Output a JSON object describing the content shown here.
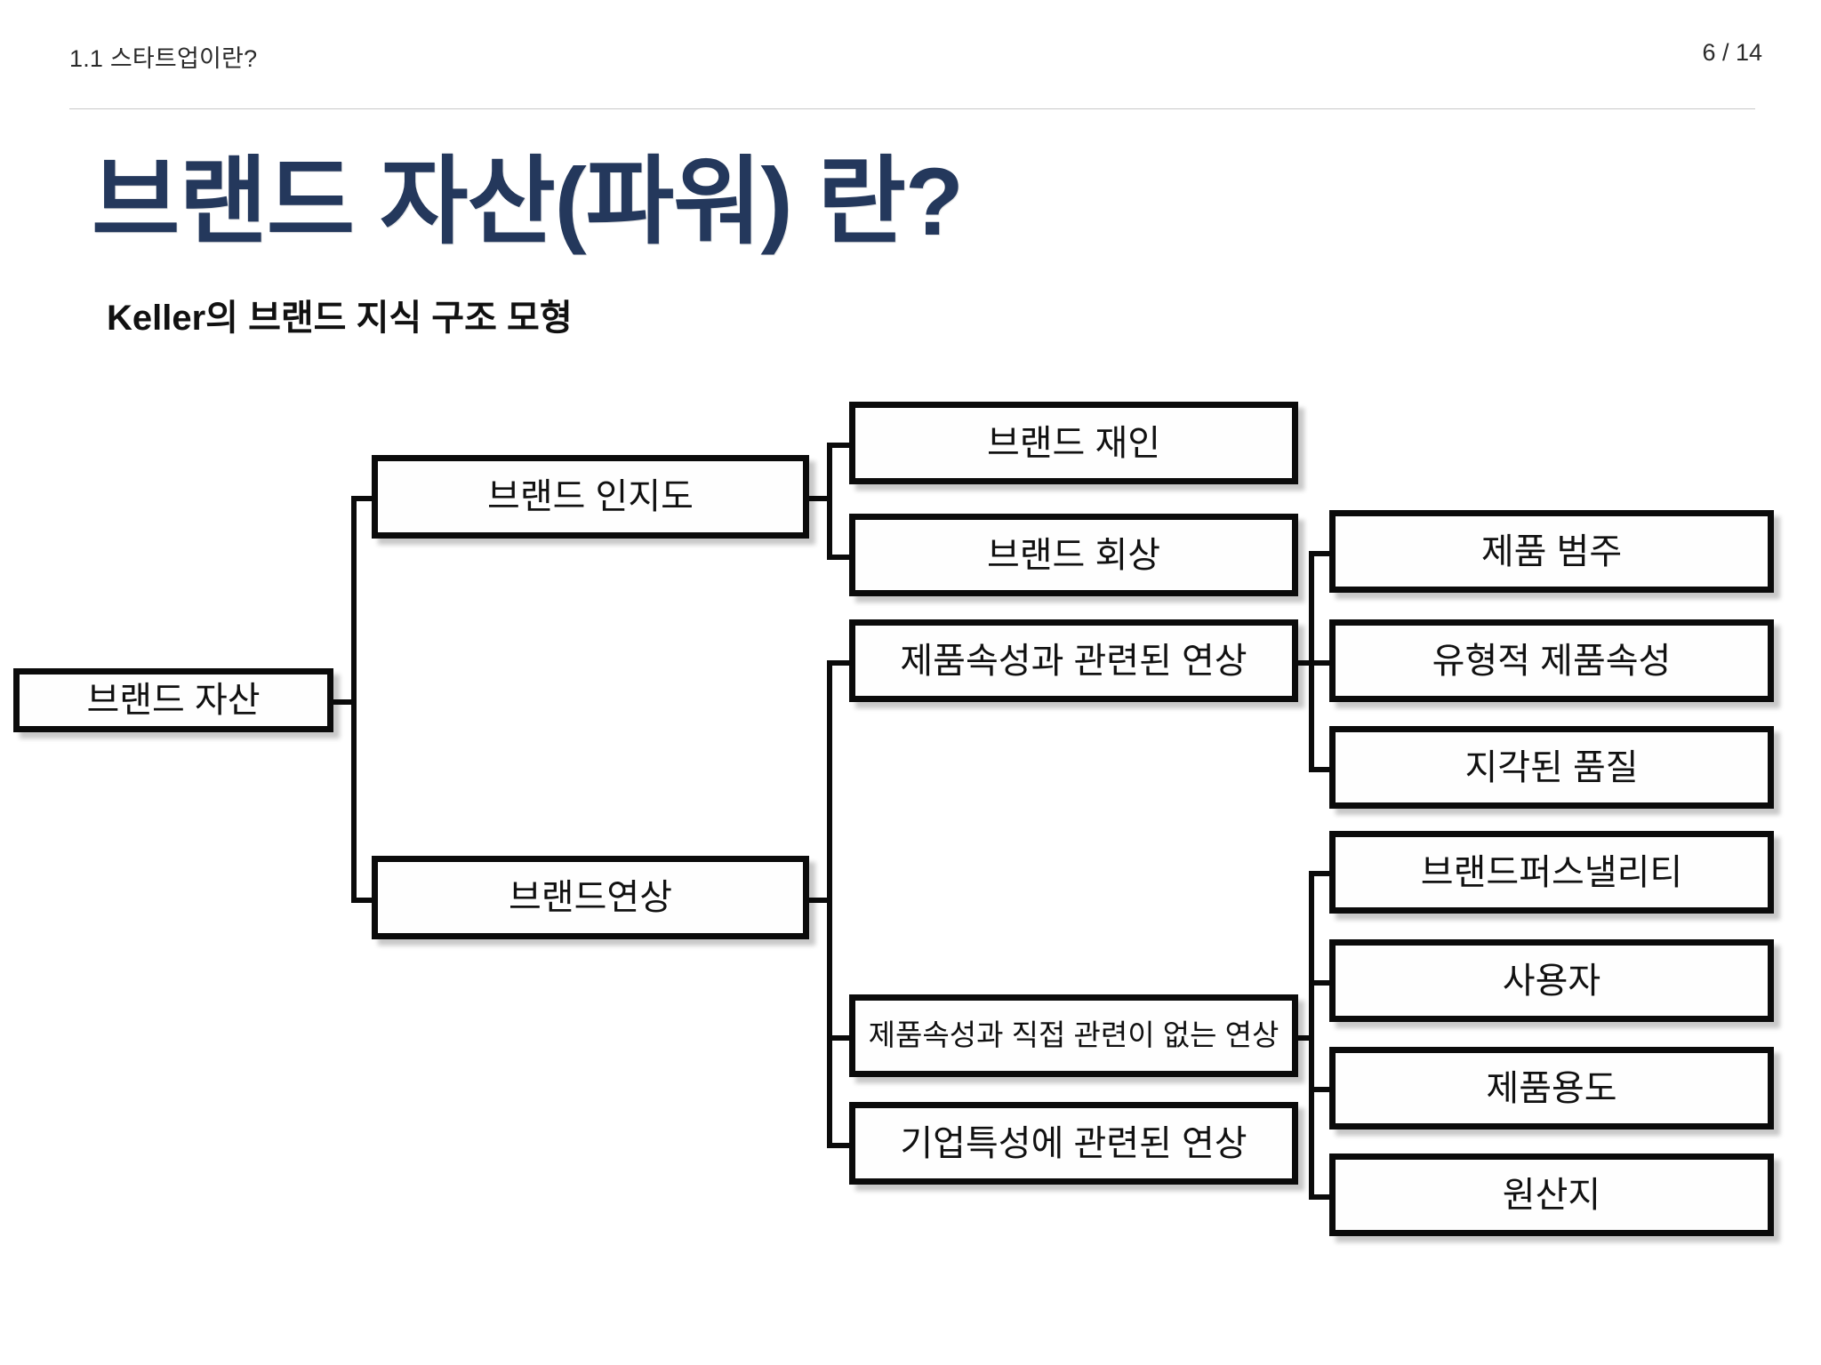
{
  "header": {
    "section_label": "1.1 스타트업이란?",
    "page_indicator": "6 / 14"
  },
  "title": "브랜드 자산(파워) 란?",
  "subtitle": "Keller의 브랜드 지식 구조 모형",
  "colors": {
    "title": "#24385c",
    "text": "#111111",
    "box_border": "#0b0b0b",
    "rule": "#c9c9c9",
    "background": "#ffffff"
  },
  "diagram": {
    "type": "tree",
    "root": "브랜드 자산",
    "level2": [
      "브랜드 인지도",
      "브랜드연상"
    ],
    "level3": [
      "브랜드 재인",
      "브랜드 회상",
      "제품속성과 관련된 연상",
      "제품속성과 직접 관련이 없는 연상",
      "기업특성에 관련된 연상"
    ],
    "level4": [
      "제품 범주",
      "유형적 제품속성",
      "지각된 품질",
      "브랜드퍼스낼리티",
      "사용자",
      "제품용도",
      "원산지"
    ]
  }
}
